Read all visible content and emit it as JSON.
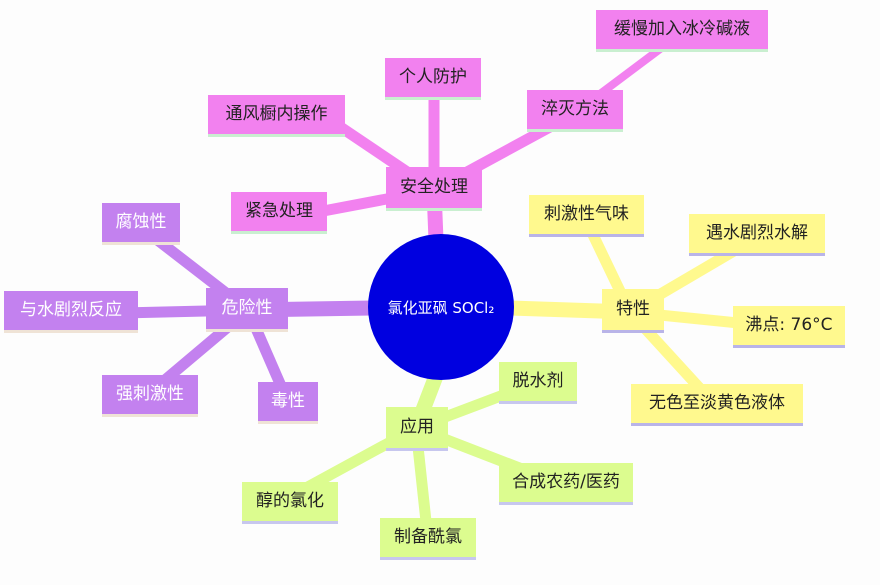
{
  "center": {
    "label": "氯化亚砜 SOCl₂",
    "color": "#0000e0"
  },
  "branches": {
    "safety": {
      "label": "安全处理",
      "color": "#f281ef",
      "children": [
        "紧急处理",
        "通风橱内操作",
        "个人防护",
        "淬灭方法"
      ],
      "quench_detail": "缓慢加入冰冷碱液"
    },
    "hazard": {
      "label": "危险性",
      "color": "#c381ef",
      "children": [
        "腐蚀性",
        "与水剧烈反应",
        "强刺激性",
        "毒性"
      ]
    },
    "property": {
      "label": "特性",
      "color": "#fff98e",
      "children": [
        "刺激性气味",
        "遇水剧烈水解",
        "沸点: 76°C",
        "无色至淡黄色液体"
      ]
    },
    "application": {
      "label": "应用",
      "color": "#dcfc8f",
      "children": [
        "脱水剂",
        "合成农药/医药",
        "制备酰氯",
        "醇的氯化"
      ]
    }
  }
}
